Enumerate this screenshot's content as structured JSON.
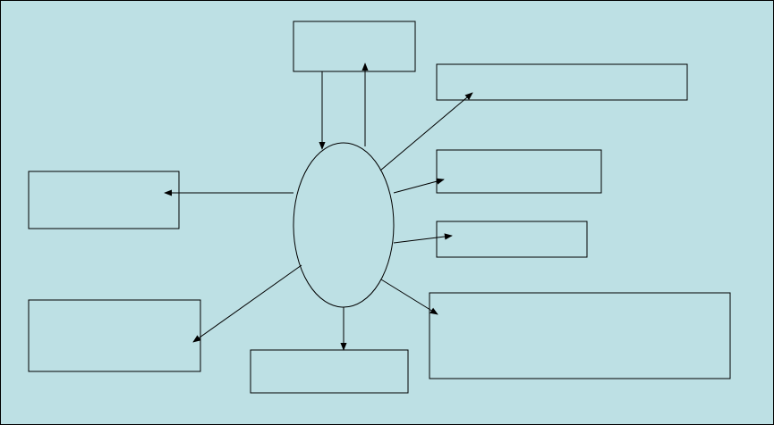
{
  "colors": {
    "background": "#bde0e4",
    "border": "#000000",
    "stroke": "#000000"
  },
  "diagram": {
    "center": {
      "label": ""
    },
    "boxes": [
      {
        "id": "top",
        "label": ""
      },
      {
        "id": "upper-right",
        "label": ""
      },
      {
        "id": "mid-right",
        "label": ""
      },
      {
        "id": "lower-right",
        "label": ""
      },
      {
        "id": "bottom-right",
        "label": ""
      },
      {
        "id": "bottom",
        "label": ""
      },
      {
        "id": "bottom-left",
        "label": ""
      },
      {
        "id": "left",
        "label": ""
      }
    ]
  }
}
